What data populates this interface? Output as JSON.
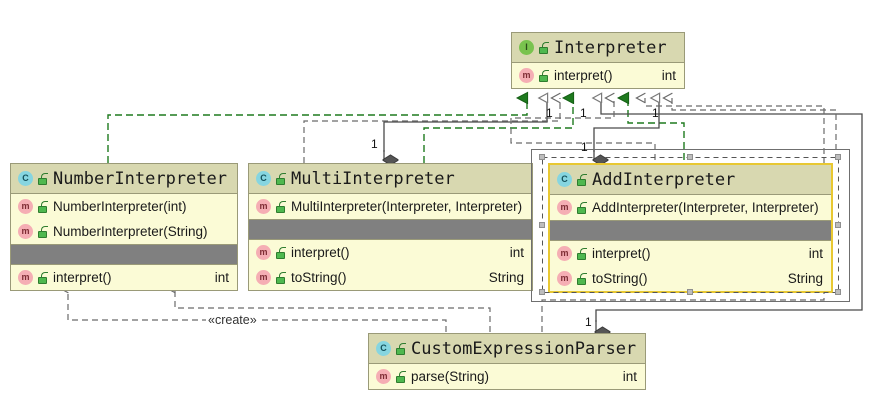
{
  "diagram": {
    "kind": "uml-class-diagram",
    "background": "#ffffff",
    "colors": {
      "class_body": "#fbfbd6",
      "class_header": "#d8d8b0",
      "class_border": "#9a9a78",
      "selection_border": "#e8c832",
      "gray_band": "#808080",
      "realization_line": "#1e7a1e",
      "dependency_line": "#5a5a5a",
      "association_line": "#4a4a4a",
      "interface_badge": "#79c34e",
      "class_badge": "#86d5e0",
      "method_badge": "#f5aeb4",
      "lock_icon": "#4fb84f"
    }
  },
  "classes": {
    "interpreter": {
      "name": "Interpreter",
      "stereotype_icon": "interface-badge-icon",
      "badge_letter": "I",
      "visibility_icon": "public-lock-icon",
      "methods": [
        {
          "name": "interpret()",
          "type": "int",
          "badge_letter": "m",
          "visibility_icon": "public-lock-icon"
        }
      ]
    },
    "number_interpreter": {
      "name": "NumberInterpreter",
      "stereotype_icon": "class-badge-icon",
      "badge_letter": "C",
      "visibility_icon": "public-lock-icon",
      "constructors": [
        {
          "name": "NumberInterpreter(int)",
          "type": "",
          "badge_letter": "m",
          "visibility_icon": "public-lock-icon"
        },
        {
          "name": "NumberInterpreter(String)",
          "type": "",
          "badge_letter": "m",
          "visibility_icon": "public-lock-icon"
        }
      ],
      "methods": [
        {
          "name": "interpret()",
          "type": "int",
          "badge_letter": "m",
          "visibility_icon": "public-lock-icon"
        }
      ]
    },
    "multi_interpreter": {
      "name": "MultiInterpreter",
      "stereotype_icon": "class-badge-icon",
      "badge_letter": "C",
      "visibility_icon": "public-lock-icon",
      "constructors": [
        {
          "name": "MultiInterpreter(Interpreter, Interpreter)",
          "type": "",
          "badge_letter": "m",
          "visibility_icon": "public-lock-icon"
        }
      ],
      "methods": [
        {
          "name": "interpret()",
          "type": "int",
          "badge_letter": "m",
          "visibility_icon": "public-lock-icon"
        },
        {
          "name": "toString()",
          "type": "String",
          "badge_letter": "m",
          "visibility_icon": "public-lock-icon"
        }
      ]
    },
    "add_interpreter": {
      "name": "AddInterpreter",
      "selected": true,
      "stereotype_icon": "class-badge-icon",
      "badge_letter": "C",
      "visibility_icon": "public-lock-icon",
      "constructors": [
        {
          "name": "AddInterpreter(Interpreter, Interpreter)",
          "type": "",
          "badge_letter": "m",
          "visibility_icon": "public-lock-icon"
        }
      ],
      "methods": [
        {
          "name": "interpret()",
          "type": "int",
          "badge_letter": "m",
          "visibility_icon": "public-lock-icon"
        },
        {
          "name": "toString()",
          "type": "String",
          "badge_letter": "m",
          "visibility_icon": "public-lock-icon"
        }
      ]
    },
    "custom_expression_parser": {
      "name": "CustomExpressionParser",
      "stereotype_icon": "class-badge-icon",
      "badge_letter": "C",
      "visibility_icon": "public-lock-icon",
      "methods": [
        {
          "name": "parse(String)",
          "type": "int",
          "badge_letter": "m",
          "visibility_icon": "public-lock-icon"
        }
      ]
    }
  },
  "relationships": {
    "multiplicity_labels": [
      "1",
      "1",
      "1",
      "1",
      "1",
      "1"
    ],
    "stereotypes": [
      "«create»",
      "«create»"
    ],
    "kinds": [
      {
        "type": "realization",
        "from": "NumberInterpreter",
        "to": "Interpreter",
        "style": "green-dash-dot-hollow-triangle"
      },
      {
        "type": "realization",
        "from": "MultiInterpreter",
        "to": "Interpreter",
        "style": "green-dash-dot-hollow-triangle"
      },
      {
        "type": "realization",
        "from": "AddInterpreter",
        "to": "Interpreter",
        "style": "green-dash-dot-hollow-triangle"
      },
      {
        "type": "aggregation",
        "from": "MultiInterpreter",
        "to": "Interpreter",
        "style": "solid-filled-diamond"
      },
      {
        "type": "aggregation",
        "from": "AddInterpreter",
        "to": "Interpreter",
        "style": "solid-filled-diamond"
      },
      {
        "type": "aggregation",
        "from": "CustomExpressionParser",
        "to": "Interpreter",
        "style": "solid-filled-diamond"
      },
      {
        "type": "dependency",
        "from": "CustomExpressionParser",
        "to": "NumberInterpreter",
        "style": "gray-dashed-open-arrow"
      }
    ]
  }
}
